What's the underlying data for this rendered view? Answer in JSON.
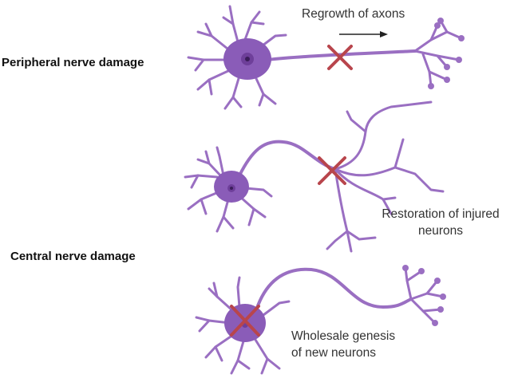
{
  "labels": {
    "peripheral": "Peripheral nerve damage",
    "central": "Central nerve damage",
    "regrowth": "Regrowth of axons",
    "restoration_line1": "Restoration of injured",
    "restoration_line2": "neurons",
    "wholesale_line1": "Wholesale genesis",
    "wholesale_line2": "of new neurons"
  },
  "colors": {
    "neuron": "#9a6fc2",
    "neuron_body": "#8a5cb8",
    "nucleus": "#6e3f9a",
    "nucleus_dot": "#3b1d5a",
    "damage_cross": "#b8454c",
    "arrow": "#222222"
  },
  "icons": [
    "damage-cross-icon",
    "arrow-right-icon"
  ]
}
